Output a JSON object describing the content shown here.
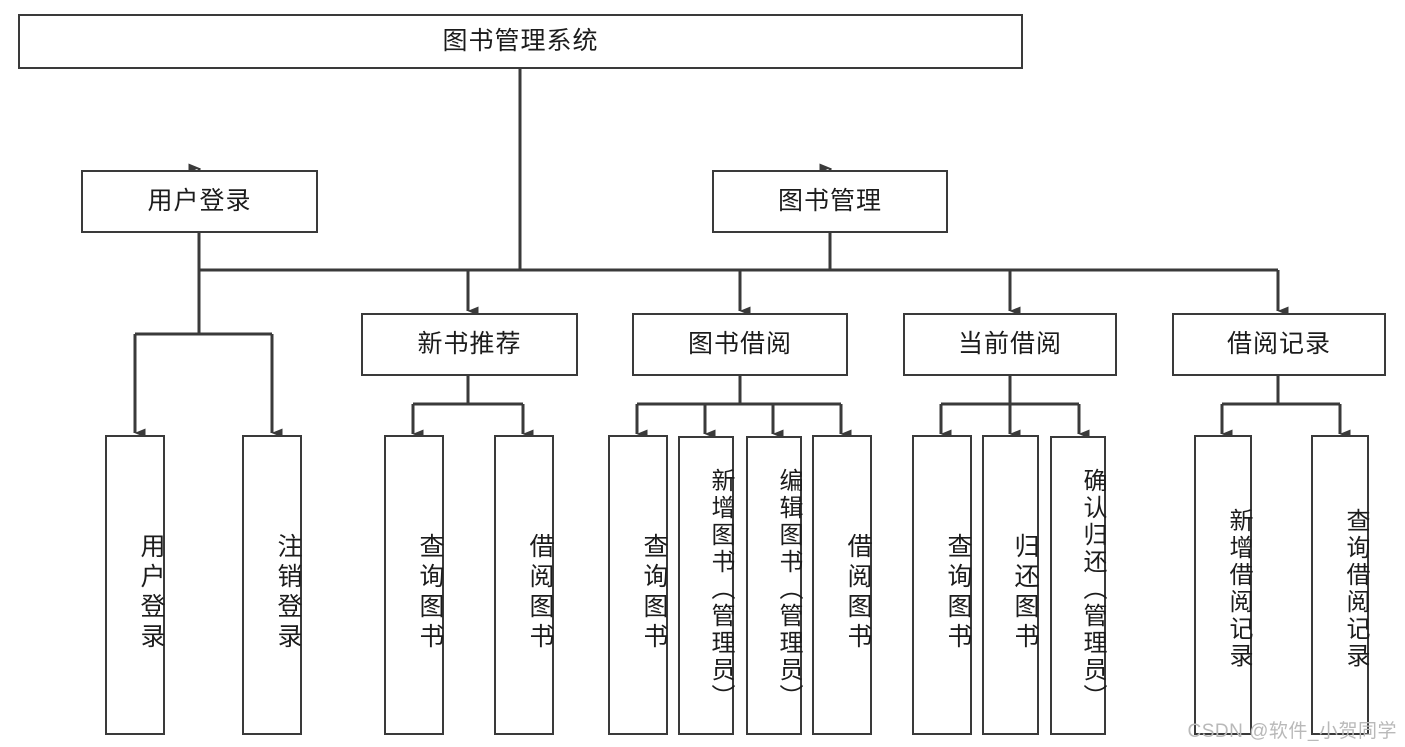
{
  "diagram": {
    "type": "tree-hierarchy-diagram",
    "title": "图书管理系统",
    "watermark": "CSDN @软件_小贺同学",
    "colors": {
      "border": "#3a3a3a",
      "background": "#ffffff",
      "text": "#1c1c1c",
      "watermark": "#b9b9b9"
    },
    "nodes": {
      "root": {
        "label": "图书管理系统",
        "orientation": "horizontal"
      },
      "level2": [
        {
          "id": "user-login",
          "label": "用户登录",
          "orientation": "horizontal"
        },
        {
          "id": "book-management",
          "label": "图书管理",
          "orientation": "horizontal"
        }
      ],
      "level3": [
        {
          "id": "new-book-recommend",
          "label": "新书推荐",
          "orientation": "horizontal"
        },
        {
          "id": "book-borrow",
          "label": "图书借阅",
          "orientation": "horizontal"
        },
        {
          "id": "current-borrow",
          "label": "当前借阅",
          "orientation": "horizontal"
        },
        {
          "id": "borrow-record",
          "label": "借阅记录",
          "orientation": "horizontal"
        }
      ],
      "leaves": [
        {
          "id": "leaf-user-login",
          "label": "用户登录",
          "parent": "user-login",
          "orientation": "vertical"
        },
        {
          "id": "leaf-user-logout",
          "label": "注销登录",
          "parent": "user-login",
          "orientation": "vertical"
        },
        {
          "id": "leaf-query-book-1",
          "label": "查询图书",
          "parent": "new-book-recommend",
          "orientation": "vertical"
        },
        {
          "id": "leaf-borrow-book-1",
          "label": "借阅图书",
          "parent": "new-book-recommend",
          "orientation": "vertical"
        },
        {
          "id": "leaf-query-book-2",
          "label": "查询图书",
          "parent": "book-borrow",
          "orientation": "vertical"
        },
        {
          "id": "leaf-add-book",
          "label": "新增图书（管理员）",
          "parent": "book-borrow",
          "orientation": "vertical"
        },
        {
          "id": "leaf-edit-book",
          "label": "编辑图书（管理员）",
          "parent": "book-borrow",
          "orientation": "vertical"
        },
        {
          "id": "leaf-borrow-book-2",
          "label": "借阅图书",
          "parent": "book-borrow",
          "orientation": "vertical"
        },
        {
          "id": "leaf-query-book-3",
          "label": "查询图书",
          "parent": "current-borrow",
          "orientation": "vertical"
        },
        {
          "id": "leaf-return-book",
          "label": "归还图书",
          "parent": "current-borrow",
          "orientation": "vertical"
        },
        {
          "id": "leaf-confirm-return",
          "label": "确认归还（管理员）",
          "parent": "current-borrow",
          "orientation": "vertical"
        },
        {
          "id": "leaf-add-record",
          "label": "新增借阅记录",
          "parent": "borrow-record",
          "orientation": "vertical"
        },
        {
          "id": "leaf-query-record",
          "label": "查询借阅记录",
          "parent": "borrow-record",
          "orientation": "vertical"
        }
      ]
    }
  }
}
